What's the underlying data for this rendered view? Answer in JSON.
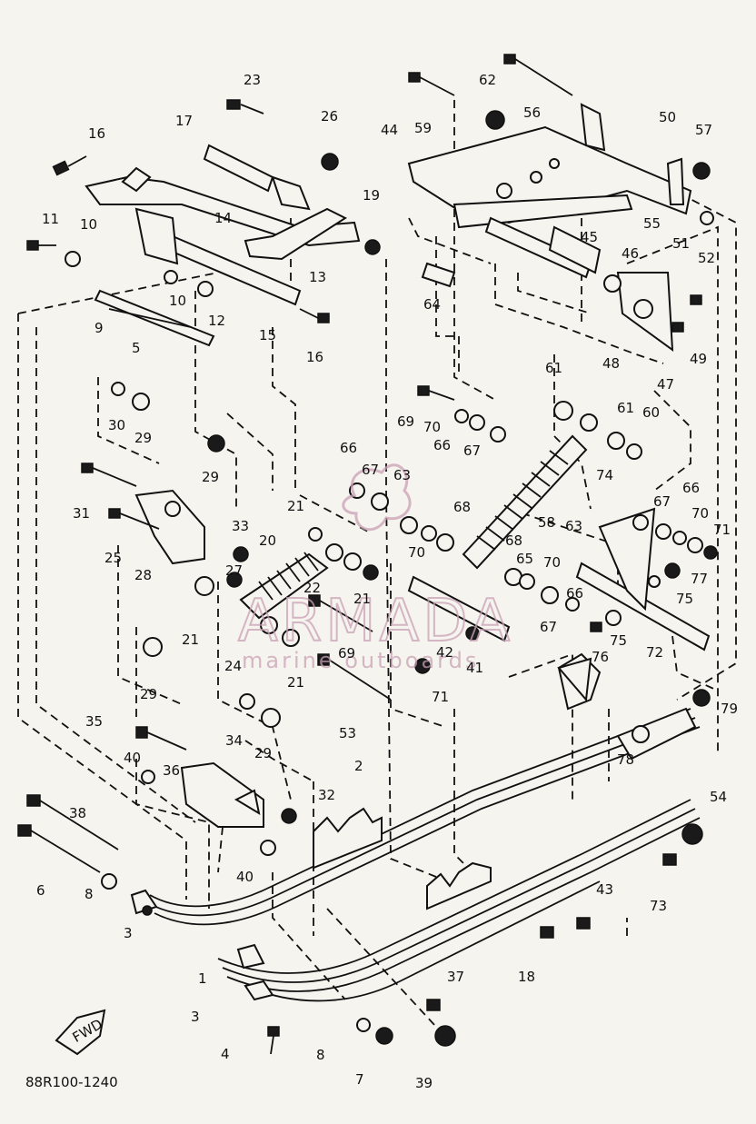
{
  "diagram_code": "88R100-1240",
  "watermark": {
    "brand": "ARMADA",
    "tagline": "marine outboards",
    "color": "#c9a0b6"
  },
  "fwd_label": "FWD",
  "callouts": [
    {
      "label": "23"
    },
    {
      "label": "17"
    },
    {
      "label": "26"
    },
    {
      "label": "16"
    },
    {
      "label": "11"
    },
    {
      "label": "10"
    },
    {
      "label": "14"
    },
    {
      "label": "19"
    },
    {
      "label": "13"
    },
    {
      "label": "10"
    },
    {
      "label": "12"
    },
    {
      "label": "9"
    },
    {
      "label": "5"
    },
    {
      "label": "15"
    },
    {
      "label": "16"
    },
    {
      "label": "30"
    },
    {
      "label": "29"
    },
    {
      "label": "29"
    },
    {
      "label": "31"
    },
    {
      "label": "25"
    },
    {
      "label": "33"
    },
    {
      "label": "28"
    },
    {
      "label": "27"
    },
    {
      "label": "20"
    },
    {
      "label": "21"
    },
    {
      "label": "21"
    },
    {
      "label": "22"
    },
    {
      "label": "21"
    },
    {
      "label": "24"
    },
    {
      "label": "21"
    },
    {
      "label": "29"
    },
    {
      "label": "34"
    },
    {
      "label": "29"
    },
    {
      "label": "35"
    },
    {
      "label": "40"
    },
    {
      "label": "36"
    },
    {
      "label": "38"
    },
    {
      "label": "32"
    },
    {
      "label": "2"
    },
    {
      "label": "6"
    },
    {
      "label": "8"
    },
    {
      "label": "40"
    },
    {
      "label": "3"
    },
    {
      "label": "1"
    },
    {
      "label": "3"
    },
    {
      "label": "4"
    },
    {
      "label": "8"
    },
    {
      "label": "7"
    },
    {
      "label": "39"
    },
    {
      "label": "37"
    },
    {
      "label": "18"
    },
    {
      "label": "43"
    },
    {
      "label": "73"
    },
    {
      "label": "54"
    },
    {
      "label": "79"
    },
    {
      "label": "78"
    },
    {
      "label": "53"
    },
    {
      "label": "69"
    },
    {
      "label": "71"
    },
    {
      "label": "42"
    },
    {
      "label": "41"
    },
    {
      "label": "72"
    },
    {
      "label": "76"
    },
    {
      "label": "75"
    },
    {
      "label": "75"
    },
    {
      "label": "77"
    },
    {
      "label": "66"
    },
    {
      "label": "67"
    },
    {
      "label": "65"
    },
    {
      "label": "70"
    },
    {
      "label": "68"
    },
    {
      "label": "70"
    },
    {
      "label": "68"
    },
    {
      "label": "63"
    },
    {
      "label": "67"
    },
    {
      "label": "66"
    },
    {
      "label": "63"
    },
    {
      "label": "58"
    },
    {
      "label": "74"
    },
    {
      "label": "67"
    },
    {
      "label": "66"
    },
    {
      "label": "70"
    },
    {
      "label": "71"
    },
    {
      "label": "69"
    },
    {
      "label": "70"
    },
    {
      "label": "66"
    },
    {
      "label": "67"
    },
    {
      "label": "61"
    },
    {
      "label": "61"
    },
    {
      "label": "60"
    },
    {
      "label": "47"
    },
    {
      "label": "48"
    },
    {
      "label": "49"
    },
    {
      "label": "64"
    },
    {
      "label": "46"
    },
    {
      "label": "45"
    },
    {
      "label": "55"
    },
    {
      "label": "51"
    },
    {
      "label": "52"
    },
    {
      "label": "44"
    },
    {
      "label": "59"
    },
    {
      "label": "62"
    },
    {
      "label": "56"
    },
    {
      "label": "50"
    },
    {
      "label": "57"
    }
  ]
}
